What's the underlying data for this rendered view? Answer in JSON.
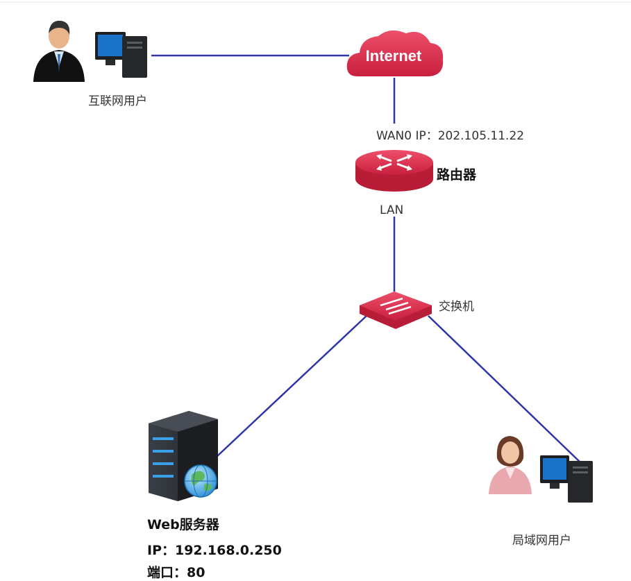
{
  "nodes": {
    "internet": {
      "label": "Internet"
    },
    "internet_user": {
      "label": "互联网用户"
    },
    "router": {
      "label": "路由器",
      "wan_label": "WAN0 IP：202.105.11.22",
      "lan_label": "LAN"
    },
    "switch": {
      "label": "交换机"
    },
    "web_server": {
      "label": "Web服务器",
      "ip_line": "IP：192.168.0.250",
      "port_line": "端口：80"
    },
    "lan_user": {
      "label": "局域网用户"
    }
  },
  "colors": {
    "link": "#2e35a8",
    "device_red": "#d92d4a",
    "server_dark": "#2b2f36",
    "screen_blue": "#1a73c9"
  },
  "icons": [
    "person-male-icon",
    "desktop-computer-icon",
    "cloud-icon",
    "router-icon",
    "switch-icon",
    "server-icon",
    "globe-icon",
    "person-female-icon"
  ]
}
